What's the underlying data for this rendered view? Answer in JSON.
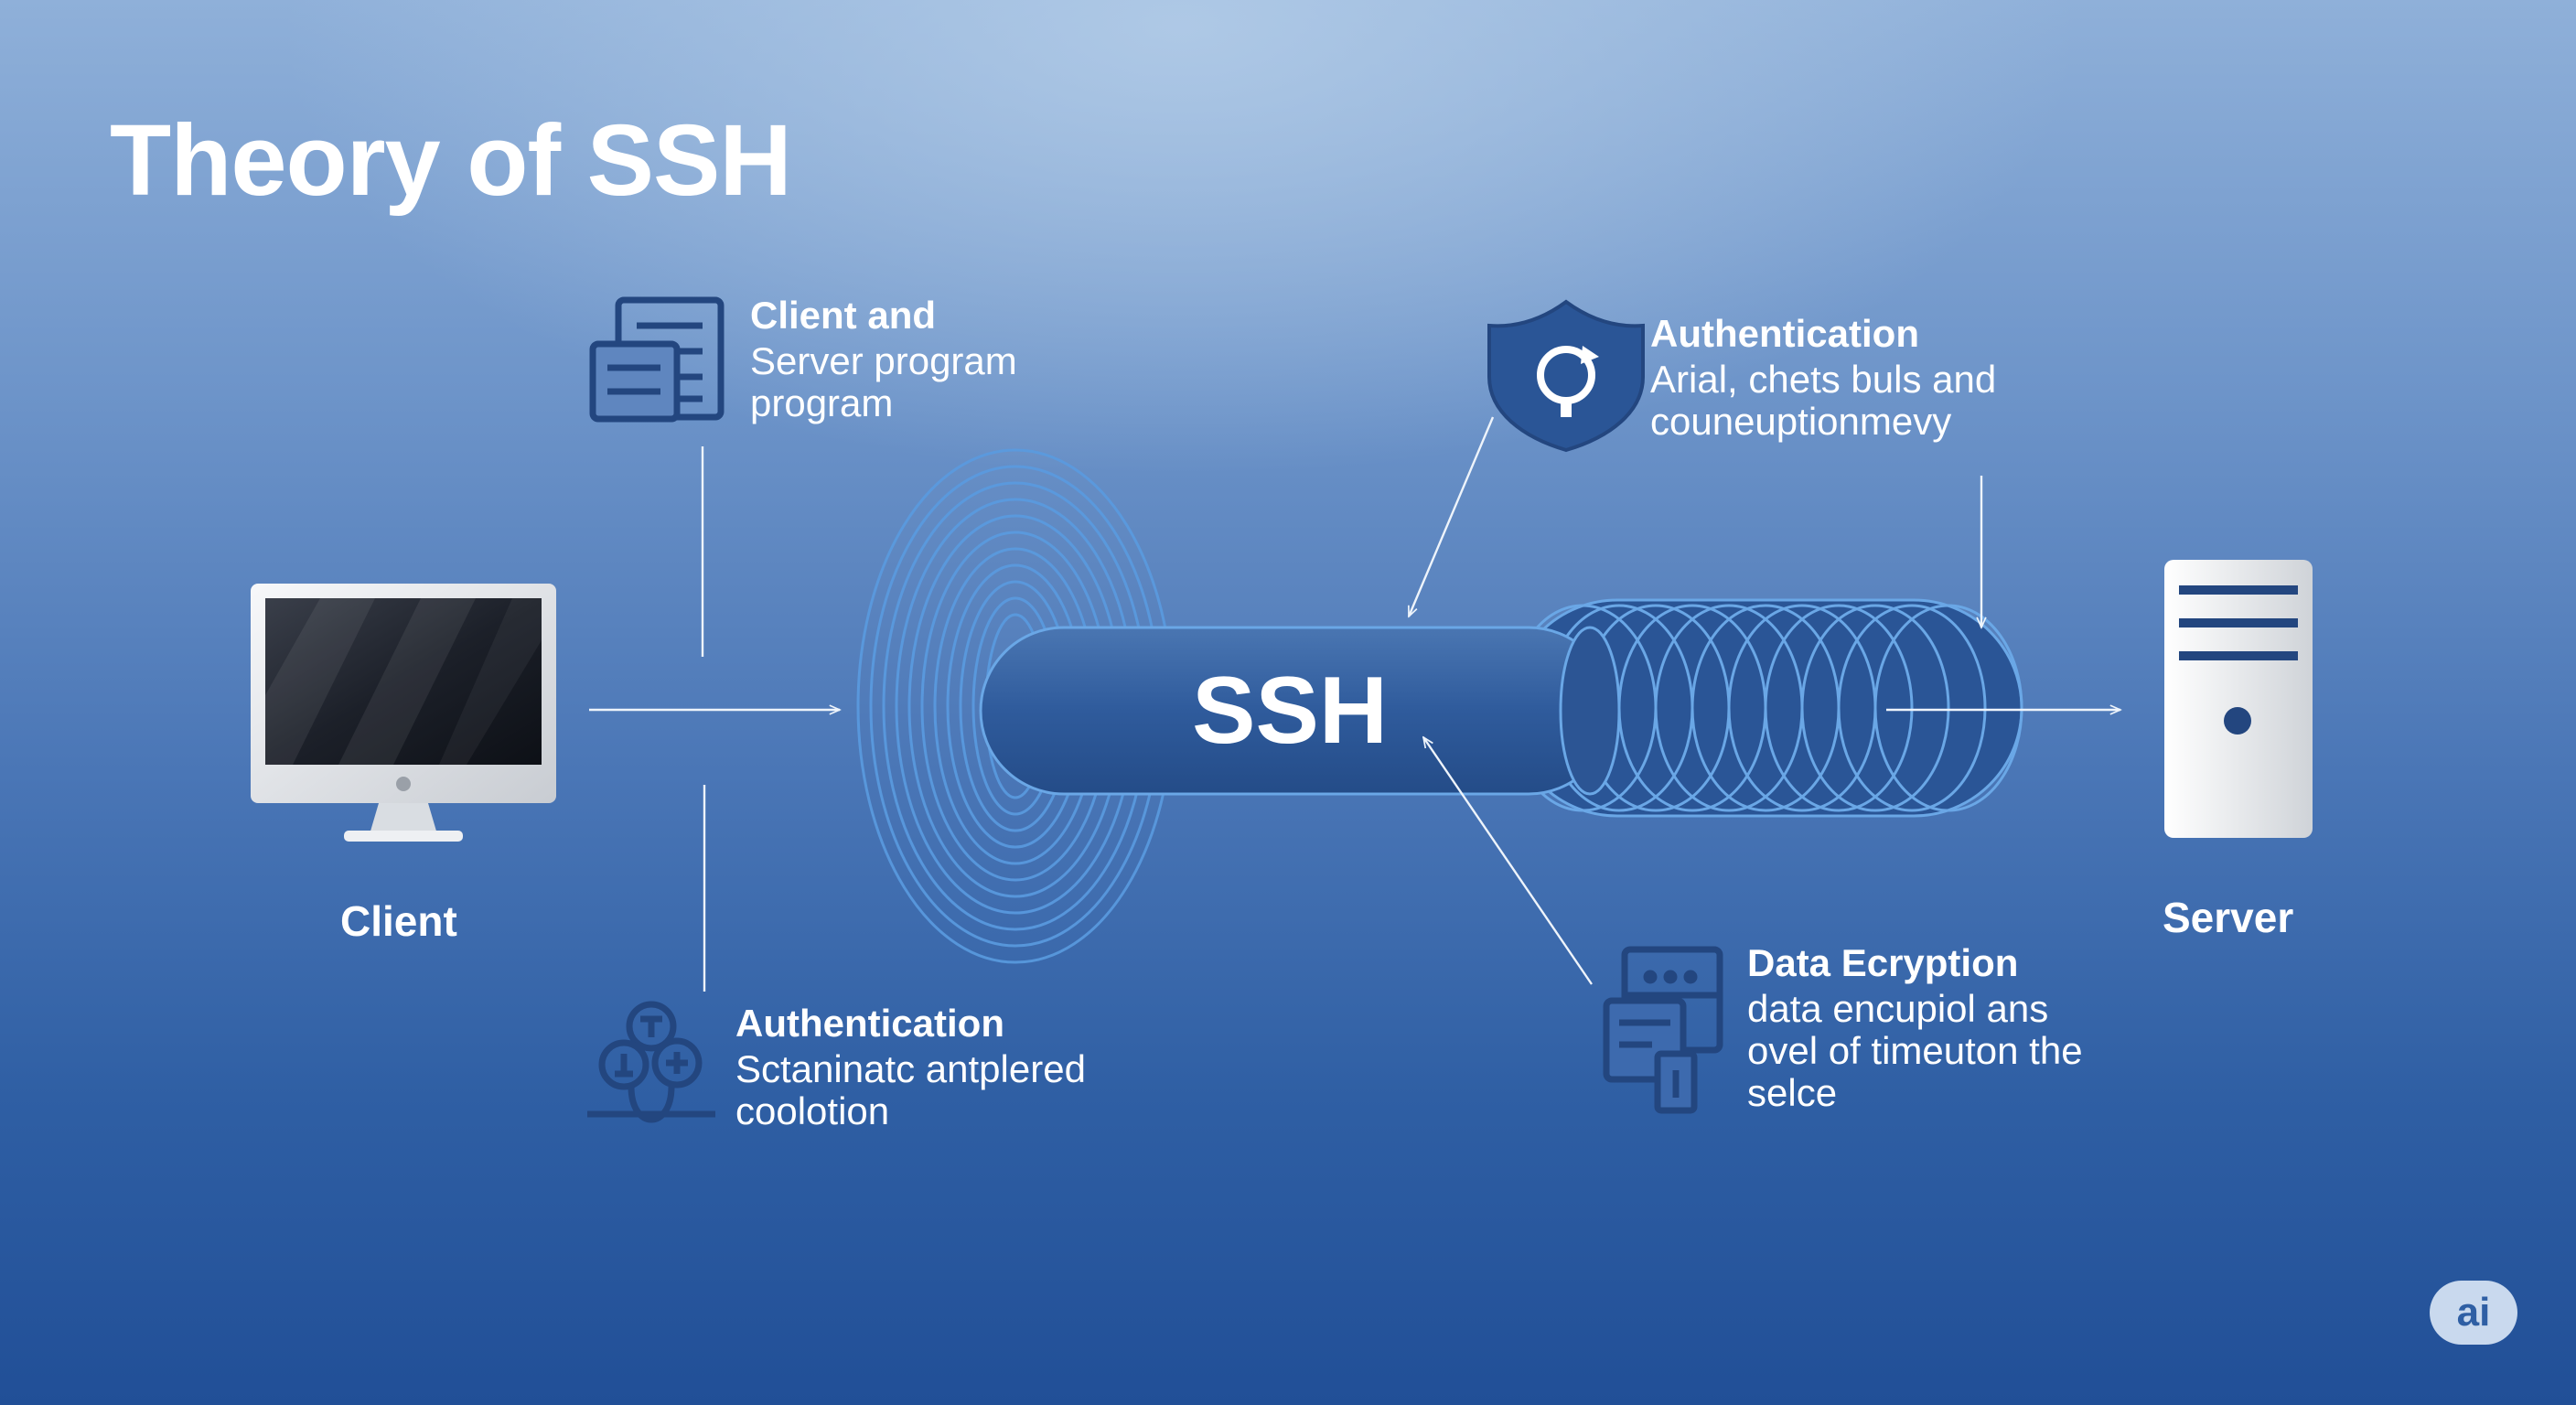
{
  "title": "Theory of SSH",
  "tunnel": {
    "label": "SSH"
  },
  "nodes": {
    "client": {
      "label": "Client",
      "icon": "monitor-icon"
    },
    "server": {
      "label": "Server",
      "icon": "server-tower-icon"
    }
  },
  "callouts": {
    "programs": {
      "icon": "documents-icon",
      "lines": [
        "Client and",
        "Server program",
        "program"
      ]
    },
    "auth_top": {
      "icon": "shield-icon",
      "heading": "Authentication",
      "lines": [
        "Arial, chets buls and",
        "couneuptionmevy"
      ]
    },
    "auth_bottom": {
      "icon": "keys-icon",
      "heading": "Authentication",
      "lines": [
        "Sctaninatc antplered",
        "coolotion"
      ]
    },
    "encryption": {
      "icon": "encrypted-documents-icon",
      "heading": "Data Ecryption",
      "lines": [
        "data encupiol ans",
        "ovel of timeuton the",
        "selce"
      ]
    }
  },
  "badge": {
    "label": "ai"
  },
  "colors": {
    "tunnel_fill": "#2f5b9c",
    "ring_stroke": "#5a9be0",
    "icon_navy": "#23467f",
    "arrow": "#eef4fb"
  }
}
